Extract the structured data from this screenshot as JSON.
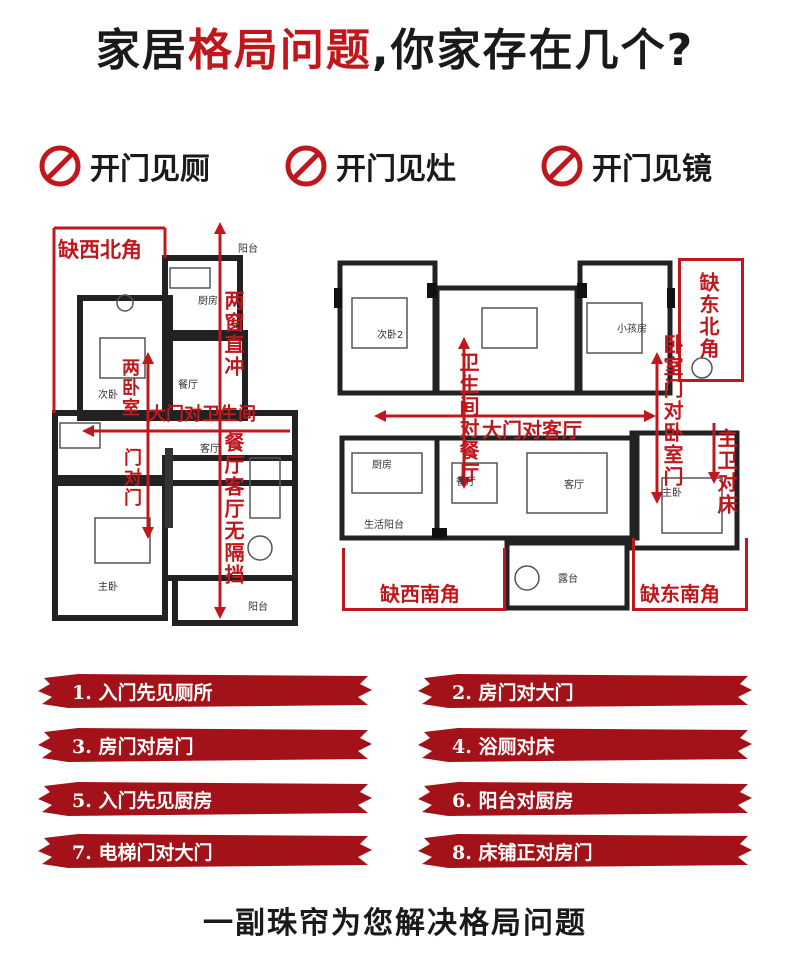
{
  "title": {
    "part1": "家居",
    "highlight": "格局问题",
    "part2": ",你家存在几个?"
  },
  "warnings": [
    {
      "icon": "prohibited-icon",
      "label": "开门见厕"
    },
    {
      "icon": "prohibited-icon",
      "label": "开门见灶"
    },
    {
      "icon": "prohibited-icon",
      "label": "开门见镜"
    }
  ],
  "plan_left": {
    "labels": {
      "nw_corner": "缺西北角",
      "two_windows": "两窗直冲",
      "bedrooms_facing": "两卧室",
      "door_to_toilet": "大门对卫生间",
      "doors_facing": "门对门",
      "no_partition": "餐厅客厅无隔挡"
    },
    "rooms": {
      "balcony_top": "阳台",
      "kitchen": "厨房",
      "dining": "餐厅",
      "second_bedroom": "次卧",
      "living": "客厅",
      "master": "主卧",
      "balcony_bottom": "阳台"
    }
  },
  "plan_right": {
    "labels": {
      "ne_corner": "缺东北角",
      "bath_to_dining": "卫生间对餐厅",
      "door_to_living": "大门对客厅",
      "bedroom_doors": "卧室门对卧室门",
      "bath_to_bed": "主卫对床",
      "sw_corner": "缺西南角",
      "se_corner": "缺东南角"
    },
    "rooms": {
      "second_bedroom": "次卧2",
      "small_bedroom": "小孩房",
      "kitchen": "厨房",
      "dining": "餐厅",
      "living": "客厅",
      "master": "主卧",
      "balcony": "生活阳台",
      "terrace": "露台"
    }
  },
  "problems": [
    "1. 入门先见厕所",
    "2. 房门对大门",
    "3. 房门对房门",
    "4. 浴厕对床",
    "5. 入门先见厨房",
    "6. 阳台对厨房",
    "7. 电梯门对大门",
    "8. 床铺正对房门"
  ],
  "footer": "一副珠帘为您解决格局问题",
  "colors": {
    "accent": "#c0171d",
    "text": "#1a1a1a"
  }
}
